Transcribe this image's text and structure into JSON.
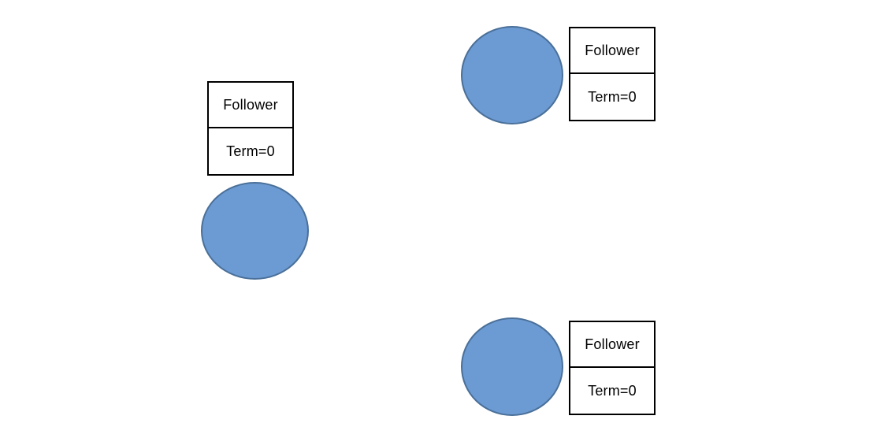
{
  "diagram": {
    "background_color": "#ffffff",
    "node_fill_color": "#6C9AD3",
    "node_stroke_color": "#4A7099",
    "table_border_color": "#000000",
    "nodes": [
      {
        "position": "left",
        "state": "Follower",
        "term": "Term=0"
      },
      {
        "position": "top-right",
        "state": "Follower",
        "term": "Term=0"
      },
      {
        "position": "bottom-right",
        "state": "Follower",
        "term": "Term=0"
      }
    ]
  }
}
